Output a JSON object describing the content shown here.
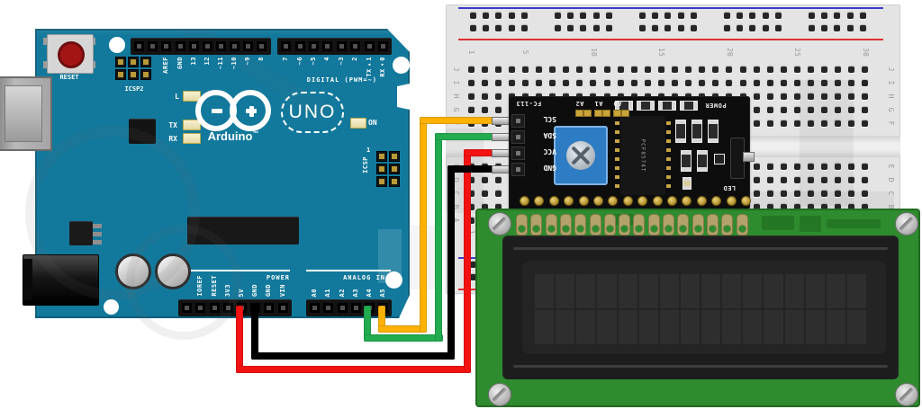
{
  "colors": {
    "arduino_board": "#12799c",
    "breadboard": "#e4e4e4",
    "lcd_pcb": "#2e8b2e",
    "backpack_pcb": "#0d0d0d",
    "rail_red": "#e03030",
    "rail_blue": "#3b3bd0",
    "wire_yellow": "#fcb103",
    "wire_green": "#22ab4f",
    "wire_red": "#f31212",
    "wire_black": "#000000"
  },
  "arduino": {
    "brand": "Arduino",
    "trademark": "™",
    "model": "UNO",
    "logo_minus": "−",
    "logo_plus": "+",
    "reset_label": "RESET",
    "icsp2_label": "ICSP2",
    "icsp_label": "ICSP",
    "icsp_pin1": "1",
    "led_l": "L",
    "led_tx": "TX",
    "led_rx": "RX",
    "on_label": "ON",
    "digital_caption": "DIGITAL (PWM=~)",
    "power_caption": "POWER",
    "analog_caption": "ANALOG IN",
    "pins": {
      "digital_left": [
        "",
        "",
        "AREF",
        "GND",
        "13",
        "12",
        "~11",
        "~10",
        "~9",
        "8"
      ],
      "digital_right": [
        "7",
        "~6",
        "~5",
        "4",
        "~3",
        "2",
        "TX▸1",
        "RX◂0"
      ],
      "power": [
        "",
        "IOREF",
        "RESET",
        "3V3",
        "5V",
        "GND",
        "GND",
        "VIN"
      ],
      "analog": [
        "A0",
        "A1",
        "A2",
        "A3",
        "A4",
        "A5"
      ]
    }
  },
  "breadboard": {
    "columns": 30,
    "column_numbers": [
      "1",
      "5",
      "10",
      "15",
      "20",
      "25",
      "30"
    ],
    "row_letters": [
      "J",
      "I",
      "H",
      "G",
      "F",
      "E",
      "D",
      "C",
      "B",
      "A"
    ]
  },
  "backpack": {
    "model": "FC-113",
    "pins": [
      "SCL",
      "SDA",
      "VCC",
      "GND"
    ],
    "address_jumpers": [
      "A2",
      "A1",
      "A0"
    ],
    "power_label": "POWER",
    "led_label": "LED",
    "ic_label": "PCF8574T",
    "solder_pads": 16
  },
  "lcd": {
    "columns": 16,
    "rows": 2,
    "pin_pads": 16
  },
  "wires": [
    {
      "name": "SCL",
      "color": "#fcb103",
      "from": "Arduino A5",
      "to": "Backpack SCL"
    },
    {
      "name": "SDA",
      "color": "#22ab4f",
      "from": "Arduino A4",
      "to": "Backpack SDA"
    },
    {
      "name": "VCC",
      "color": "#f31212",
      "from": "Arduino 5V",
      "to": "Backpack VCC"
    },
    {
      "name": "GND",
      "color": "#000000",
      "from": "Arduino GND",
      "to": "Backpack GND"
    }
  ]
}
